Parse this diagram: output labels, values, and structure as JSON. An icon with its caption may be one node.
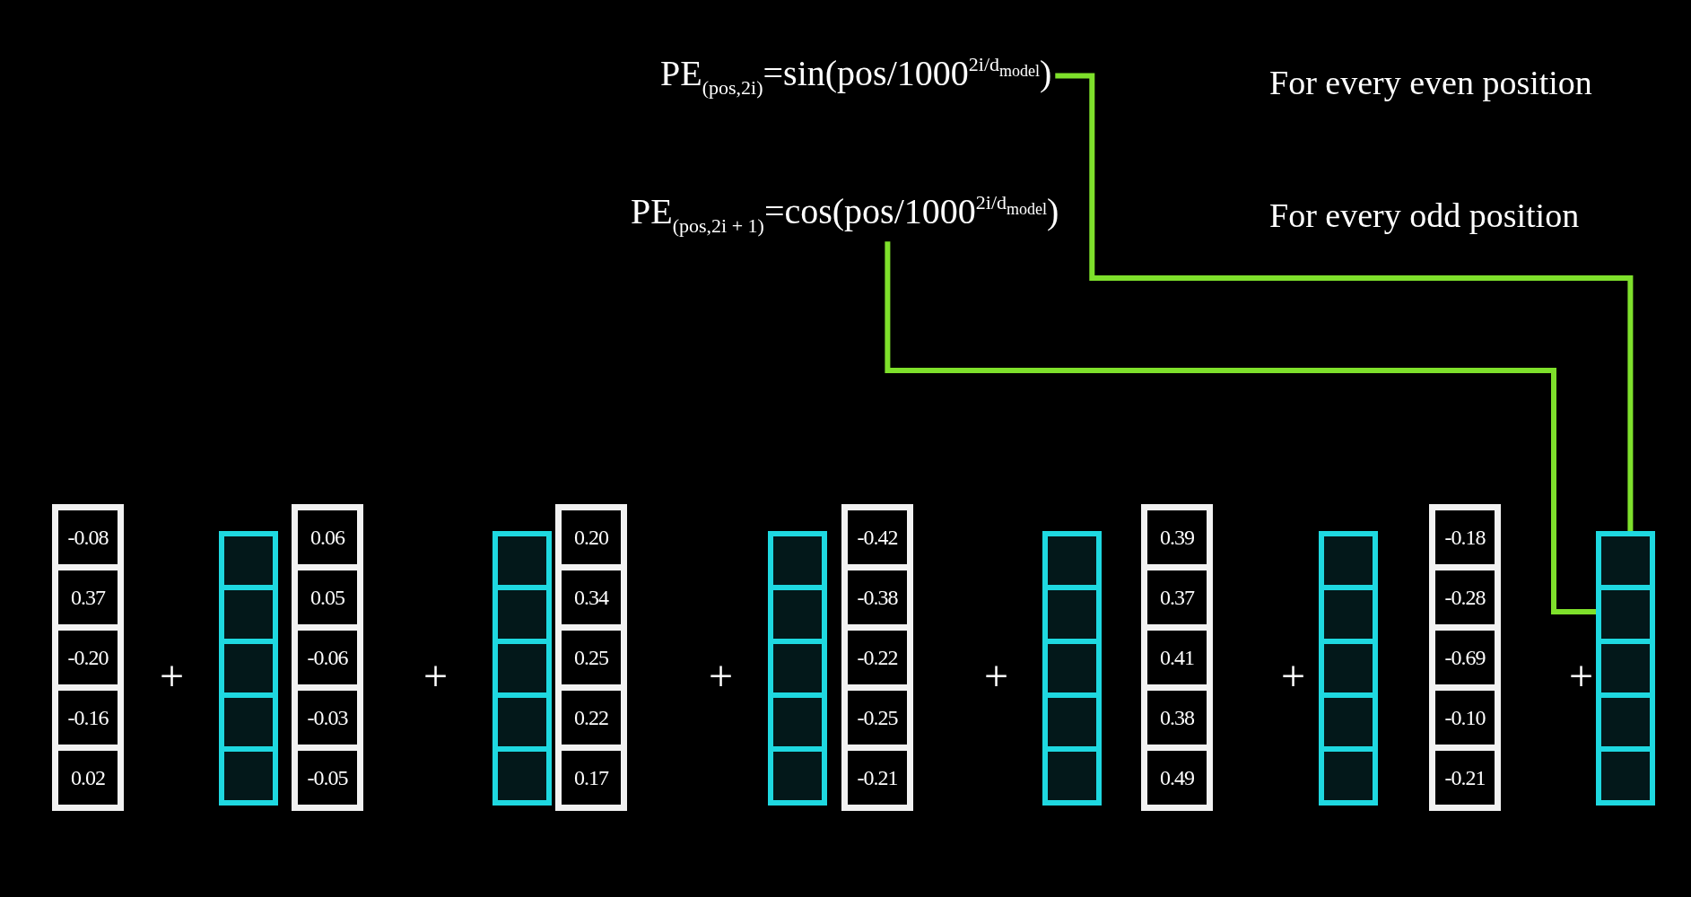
{
  "diagram": {
    "nodes": [
      {
        "text": [
          "PE$_{(pos,2i)}$=sin(pos/1000$^{2i/d}$$^{model}$)"
        ]
      },
      {
        "text": [
          "PE$_{(pos,2i + 1)}$=cos(pos/1000$^{2i/d}$$^{model}$)"
        ]
      },
      {
        "text": [
          "-0.08",
          "0.37",
          "-0.20",
          "-0.16",
          "0.02"
        ]
      },
      {
        "text": [],
        "shape": "bar"
      },
      {
        "text": [],
        "shape": "box",
        "in": 3
      },
      {
        "text": [],
        "shape": "box",
        "in": 3
      },
      {
        "text": [],
        "shape": "box",
        "in": 3
      },
      {
        "text": [],
        "shape": "box",
        "in": 3
      },
      {
        "text": [],
        "shape": "box",
        "in": 3
      },
      {
        "text": [
          "0.06",
          "0.05",
          "-0.06",
          "-0.03",
          "-0.05"
        ]
      },
      {
        "text": [],
        "shape": "bar"
      },
      {
        "text": [],
        "shape": "box",
        "in": 10
      },
      {
        "text": [],
        "shape": "box",
        "in": 10
      },
      {
        "text": [],
        "shape": "box",
        "in": 10
      },
      {
        "text": [],
        "shape": "box",
        "in": 10
      },
      {
        "text": [],
        "shape": "box",
        "in": 10
      },
      {
        "text": [
          "0.20",
          "0.34",
          "0.25",
          "0.22",
          "0.17"
        ]
      },
      {
        "text": [],
        "shape": "bar"
      },
      {
        "text": [],
        "shape": "box",
        "in": 17
      },
      {
        "text": [],
        "shape": "box",
        "in": 17
      },
      {
        "text": [],
        "shape": "box",
        "in": 17
      },
      {
        "text": [],
        "shape": "box",
        "in": 17
      },
      {
        "text": [],
        "shape": "box",
        "in": 17
      },
      {
        "text": [
          "-0.42",
          "-0.38",
          "-0.22",
          "-0.25",
          "-0.21"
        ]
      },
      {
        "text": [],
        "shape": "bar"
      },
      {
        "text": [],
        "shape": "box",
        "in": 24
      },
      {
        "text": [],
        "shape": "box",
        "in": 24
      },
      {
        "text": [],
        "shape": "box",
        "in": 24
      },
      {
        "text": [],
        "shape": "box",
        "in": 24
      },
      {
        "text": [],
        "shape": "box",
        "in": 24
      },
      {
        "text": [
          "0.39",
          "0.37",
          "0.41",
          "0.38",
          "0.49"
        ]
      },
      {
        "text": [],
        "shape": "bar"
      },
      {
        "text": [],
        "shape": "box",
        "in": 31
      },
      {
        "text": [],
        "shape": "box",
        "in": 31
      },
      {
        "text": [],
        "shape": "box",
        "in": 31
      },
      {
        "text": [],
        "shape": "box",
        "in": 31
      },
      {
        "text": [],
        "shape": "box",
        "in": 31
      },
      {
        "text": [
          "-0.18",
          "-0.28",
          "-0.69",
          "-0.10",
          "-0.21"
        ]
      },
      {
        "text": [],
        "shape": "bar"
      },
      {
        "text": [],
        "shape": "box",
        "in": 38
      },
      {
        "text": [],
        "shape": "box",
        "in": 38
      },
      {
        "text": [],
        "shape": "box",
        "in": 38
      },
      {
        "text": [],
        "shape": "box",
        "in": 38
      },
      {
        "text": [],
        "shape": "box",
        "in": 38
      }
    ],
    "edges": [
      {
        "from": 0,
        "to": 39,
        "arrow": "none"
      },
      {
        "from": 1,
        "to": 40,
        "arrow": "none"
      }
    ],
    "labels": [
      "For every even position",
      "For every odd position",
      "+",
      "+",
      "+",
      "+",
      "+",
      "+"
    ]
  }
}
